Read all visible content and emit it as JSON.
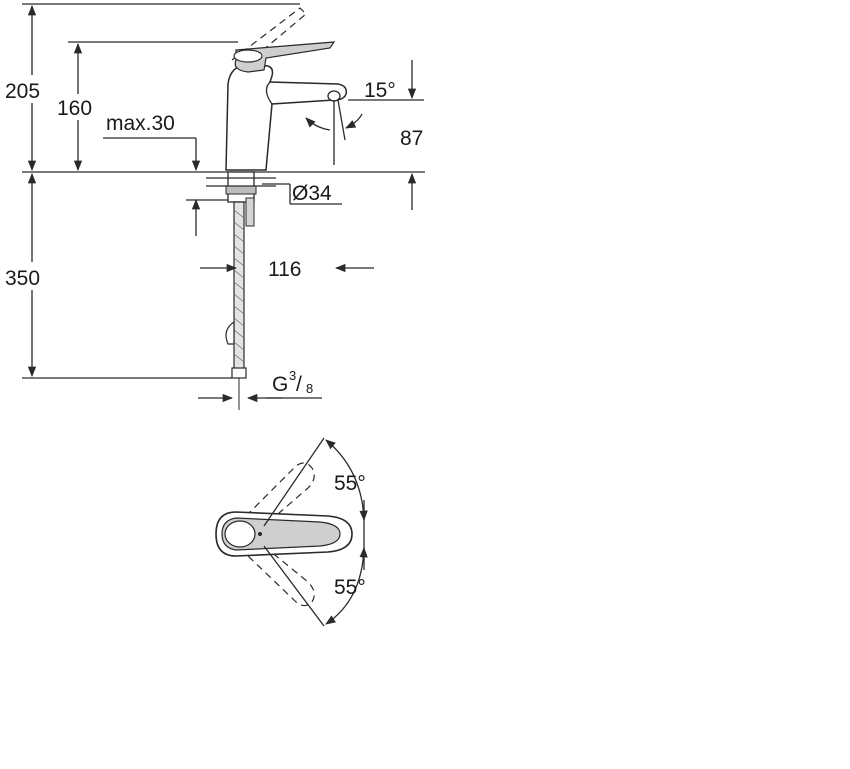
{
  "dimensions": {
    "height_total": "205",
    "height_spout": "160",
    "max_deck": "max.30",
    "spout_angle": "15°",
    "aerator_height": "87",
    "hole_diameter": "Ø34",
    "projection": "116",
    "hose_length": "350",
    "connection_main": "G",
    "connection_num": "3",
    "connection_den": "8",
    "lever_angle_top": "55°",
    "lever_angle_bottom": "55°"
  }
}
